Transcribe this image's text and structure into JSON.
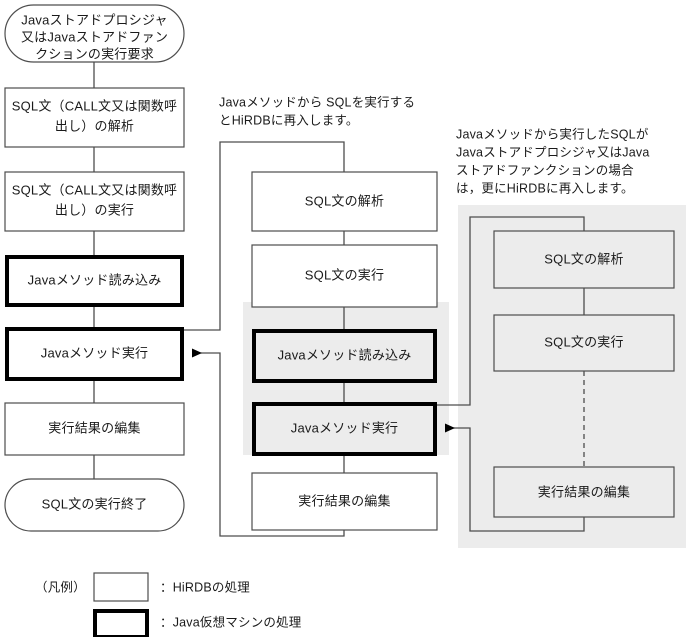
{
  "diagram": {
    "title_note_left": "Javaメソッドから SQLを実行するとHiRDBに再入します。",
    "note_left_lines": [
      "Javaメソッドから SQLを実行する",
      "とHiRDBに再入します。"
    ],
    "note_right_lines": [
      "Javaメソッドから実行したSQLが",
      "Javaストアドプロシジャ又はJava",
      "ストアドファンクションの場合",
      "は，更にHiRDBに再入します。"
    ],
    "left_column": {
      "start": {
        "shape": "rounded",
        "lines": [
          "Javaストアドプロシジャ",
          "又はJavaストアドファン",
          "クションの実行要求"
        ]
      },
      "steps": [
        {
          "id": "parse",
          "kind": "hirdb",
          "lines": [
            "SQL文（CALL文又は関数呼",
            "出し）の解析"
          ]
        },
        {
          "id": "exec",
          "kind": "hirdb",
          "lines": [
            "SQL文（CALL文又は関数呼",
            "出し）の実行"
          ]
        },
        {
          "id": "load-method",
          "kind": "jvm",
          "lines": [
            "Javaメソッド読み込み"
          ]
        },
        {
          "id": "run-method",
          "kind": "jvm",
          "lines": [
            "Javaメソッド実行"
          ]
        },
        {
          "id": "edit-result",
          "kind": "hirdb",
          "lines": [
            "実行結果の編集"
          ]
        }
      ],
      "end": {
        "shape": "rounded",
        "lines": [
          "SQL文の実行終了"
        ]
      }
    },
    "middle_column": {
      "steps": [
        {
          "id": "m-parse",
          "kind": "hirdb",
          "lines": [
            "SQL文の解析"
          ]
        },
        {
          "id": "m-exec",
          "kind": "hirdb",
          "lines": [
            "SQL文の実行"
          ]
        },
        {
          "id": "m-load-method",
          "kind": "jvm",
          "lines": [
            "Javaメソッド読み込み"
          ]
        },
        {
          "id": "m-run-method",
          "kind": "jvm",
          "lines": [
            "Javaメソッド実行"
          ]
        },
        {
          "id": "m-edit-result",
          "kind": "hirdb",
          "lines": [
            "実行結果の編集"
          ]
        }
      ]
    },
    "right_column": {
      "steps": [
        {
          "id": "r-parse",
          "kind": "hirdb",
          "lines": [
            "SQL文の解析"
          ]
        },
        {
          "id": "r-exec",
          "kind": "hirdb",
          "lines": [
            "SQL文の実行"
          ]
        },
        {
          "id": "r-edit-result",
          "kind": "hirdb",
          "lines": [
            "実行結果の編集"
          ]
        }
      ]
    },
    "legend": {
      "caption": "（凡例）",
      "entries": [
        {
          "id": "legend-hirdb",
          "style": "thin",
          "label": "：HiRDBの処理"
        },
        {
          "id": "legend-jvm",
          "style": "thick",
          "label": "：Java仮想マシンの処理"
        }
      ]
    },
    "colors": {
      "band": "#ececec",
      "thin_stroke": "#4d4d4d",
      "thick_stroke": "#000000",
      "text": "#1a1a1a",
      "background": "#ffffff"
    }
  }
}
